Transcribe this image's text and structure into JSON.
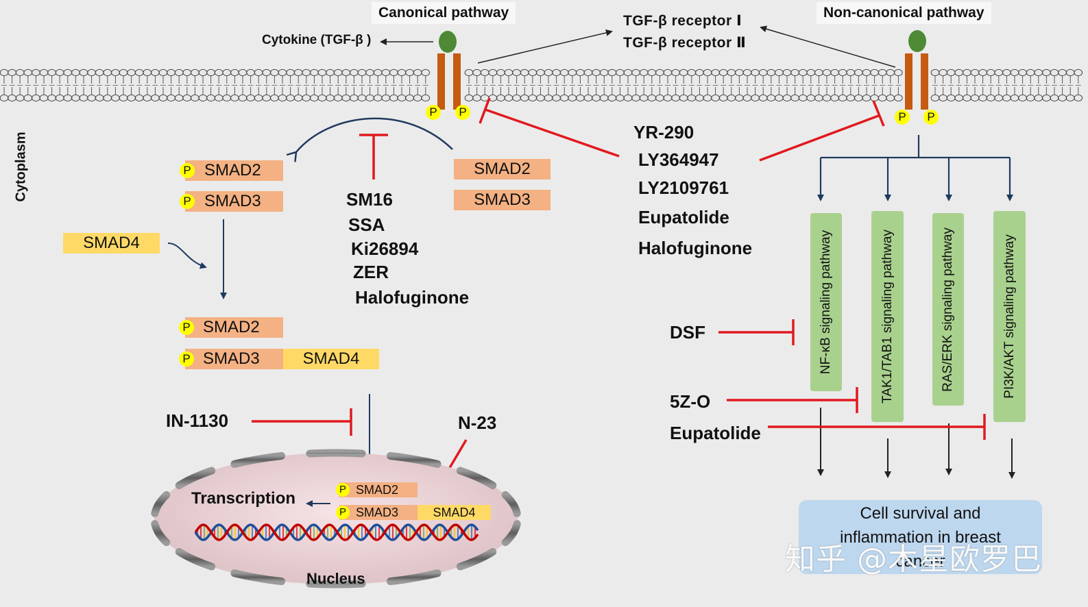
{
  "canonical": {
    "title": "Canonical pathway",
    "cytokine": "Cytokine (TGF-β )",
    "receptor_p": [
      "P",
      "P"
    ],
    "smads_inactive": [
      "SMAD2",
      "SMAD3"
    ],
    "smads_phospho": [
      "SMAD2",
      "SMAD3"
    ],
    "smad4": "SMAD4",
    "complex": [
      "SMAD2",
      "SMAD3",
      "SMAD4"
    ],
    "p": "P",
    "receptor_inhibitors": [
      "SM16",
      "SSA",
      "Ki26894",
      "ZER",
      "Halofuginone"
    ],
    "in1130": "IN-1130",
    "n23": "N-23",
    "nucleus": {
      "transcription": "Transcription",
      "label": "Nucleus",
      "smads": [
        "SMAD2",
        "SMAD3",
        "SMAD4"
      ]
    },
    "cytoplasm": "Cytoplasm"
  },
  "receptors": [
    "TGF-β receptor Ⅰ",
    "TGF-β receptor Ⅱ"
  ],
  "shared_inhibitors": [
    "YR-290",
    "LY364947",
    "LY2109761",
    "Eupatolide",
    "Halofuginone"
  ],
  "noncanonical": {
    "title": "Non-canonical pathway",
    "receptor_p": [
      "P",
      "P"
    ],
    "pathways": [
      "NF-κB signaling pathway",
      "TAK1/TAB1 signaling pathway",
      "RAS/ERK signaling pathway",
      "PI3K/AKT signaling pathway"
    ],
    "inhibitors": [
      "DSF",
      "5Z-O",
      "Eupatolide"
    ],
    "outcome_lines": [
      "Cell survival and",
      "inflammation in breast",
      "cancer"
    ]
  },
  "watermark": "知乎 @木星欧罗巴",
  "colors": {
    "smad_orange": "#f4b183",
    "smad_yellow": "#ffd966",
    "inhibition_red": "#e0191e",
    "arrow_navy": "#1f3a5f",
    "pathway_green": "#a9d18e",
    "outcome_blue": "#bdd7ee",
    "receptor_brown": "#c55a11",
    "ligand_green": "#4e8a35"
  }
}
